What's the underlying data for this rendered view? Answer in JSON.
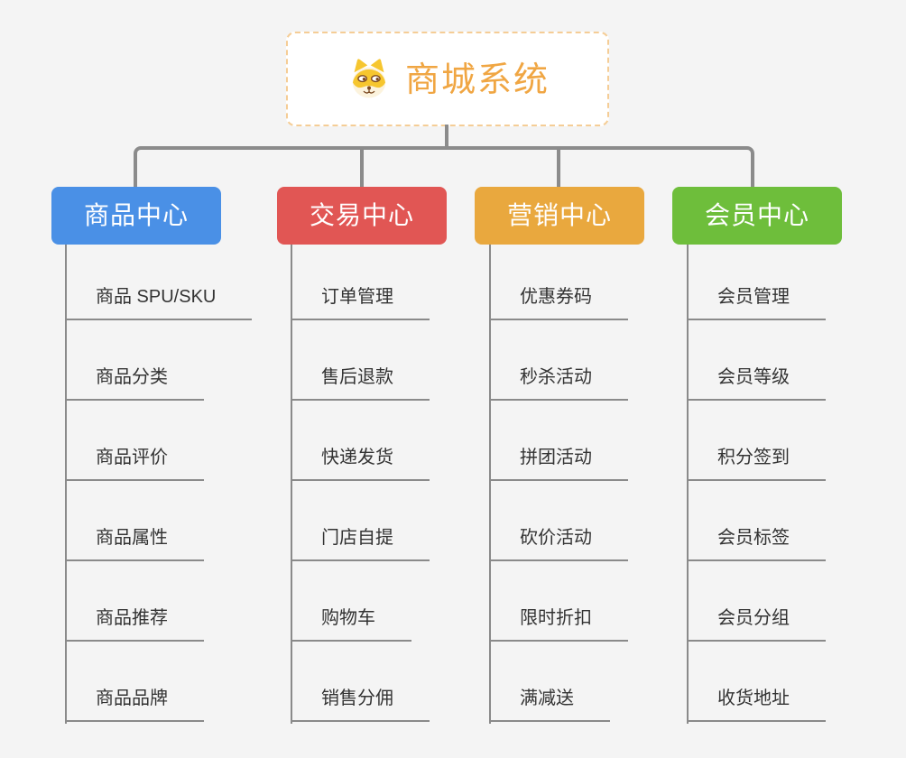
{
  "page": {
    "background": "#f4f4f4",
    "connector_color": "#8b8b8b",
    "underline_color": "#8a8a8a"
  },
  "root": {
    "title": "商城系统",
    "icon": "dog-face-icon",
    "text_color": "#f0a643",
    "border_color": "#f5cd96"
  },
  "branches": [
    {
      "label": "商品中心",
      "color": "#4a90e6",
      "children": [
        "商品 SPU/SKU",
        "商品分类",
        "商品评价",
        "商品属性",
        "商品推荐",
        "商品品牌"
      ]
    },
    {
      "label": "交易中心",
      "color": "#e15654",
      "children": [
        "订单管理",
        "售后退款",
        "快递发货",
        "门店自提",
        "购物车",
        "销售分佣"
      ]
    },
    {
      "label": "营销中心",
      "color": "#e9a83e",
      "children": [
        "优惠券码",
        "秒杀活动",
        "拼团活动",
        "砍价活动",
        "限时折扣",
        "满减送"
      ]
    },
    {
      "label": "会员中心",
      "color": "#6ebe3b",
      "children": [
        "会员管理",
        "会员等级",
        "积分签到",
        "会员标签",
        "会员分组",
        "收货地址"
      ]
    }
  ]
}
